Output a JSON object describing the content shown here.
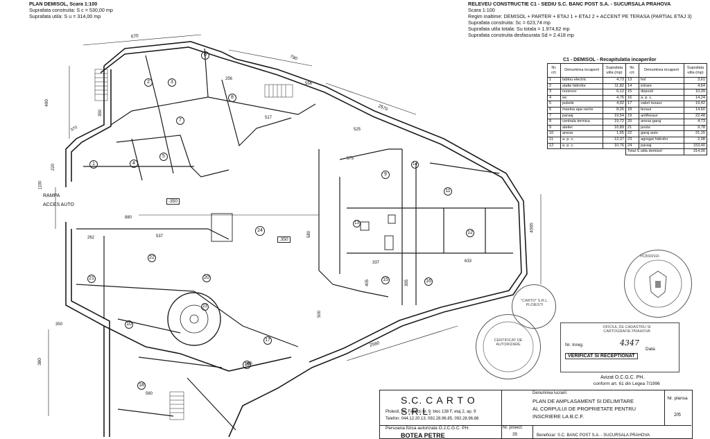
{
  "header_left": {
    "title": "PLAN DEMISOL, Scara 1:100",
    "built_area": "Suprafata construita: S c = 530,00 mp",
    "useful_area": "Suprafata utila: S u = 314,00 mp"
  },
  "header_right": {
    "title": "RELEVEU CONSTRUCTIE C1 - SEDIU S.C. BANC POST S.A. - SUCURSALA PRAHOVA",
    "scale": "Scara 1:100",
    "height_regime": "Regim inaltime: DEMISOL + PARTER + ETAJ 1 + ETAJ 2 + ACCENT PE TERASA (PARTIAL ETAJ 3)",
    "built_area": "Suprafata construita: Sc = 623,74 mp",
    "total_useful": "Suprafata utila totala: Su totala = 1.974,62 mp",
    "developed_area": "Suprafata construita desfasurata Sd = 2.418 mp"
  },
  "room_table": {
    "title": "C1 - DEMISOL - Recapitulatia incaperilor",
    "headers": {
      "nr": "Nr. crt.",
      "name": "Denumirea incaperii",
      "area": "Suprafata utila (mp)"
    },
    "rows": [
      {
        "n1": "1",
        "d1": "tablou electric",
        "s1": "4,73",
        "n2": "13",
        "d2": "hol",
        "s2": "3,61"
      },
      {
        "n1": "2",
        "d1": "statie hidrofor",
        "s1": "11,82",
        "n2": "14",
        "d2": "intrare",
        "s2": "4,64"
      },
      {
        "n1": "3",
        "d1": "rezervor",
        "s1": "6,12",
        "n2": "15",
        "d2": "depozit",
        "s2": "10,39"
      },
      {
        "n1": "4",
        "d1": "wc",
        "s1": "4,76",
        "n2": "16",
        "d2": "a. p. c.",
        "s2": "14,24"
      },
      {
        "n1": "5",
        "d1": "pubele",
        "s1": "4,02",
        "n2": "17",
        "d2": "valori tezaur",
        "s2": "19,42"
      },
      {
        "n1": "6",
        "d1": "masina apa racire",
        "s1": "8,26",
        "n2": "18",
        "d2": "tezaur",
        "s2": "14,60"
      },
      {
        "n1": "7",
        "d1": "paraaj",
        "s1": "19,54",
        "n2": "19",
        "d2": "antifezaur",
        "s2": "22,48"
      },
      {
        "n1": "8",
        "d1": "centrala termica",
        "s1": "19,72",
        "n2": "20",
        "d2": "anexa garaj",
        "s2": "4,73"
      },
      {
        "n1": "9",
        "d1": "atelier",
        "s1": "10,89",
        "n2": "21",
        "d2": "posta",
        "s2": "9,78"
      },
      {
        "n1": "10",
        "d1": "anexa",
        "s1": "1,65",
        "n2": "22",
        "d2": "garaj auto",
        "s2": "21,15"
      },
      {
        "n1": "11",
        "d1": "a. p. c.",
        "s1": "12,37",
        "n2": "23",
        "d2": "agregat hidrofor",
        "s2": "2,08"
      },
      {
        "n1": "12",
        "d1": "a. p. c.",
        "s1": "10,76",
        "n2": "24",
        "d2": "paraaj",
        "s2": "153,40"
      }
    ],
    "total_label": "Total S utila demisol",
    "total_value": "314,00"
  },
  "plan_labels": {
    "rampa": "RAMPA",
    "acces_auto": "ACCES AUTO",
    "level_350": "-350",
    "level_350b": ".350"
  },
  "rooms": [
    "1",
    "2",
    "3",
    "4",
    "5",
    "6",
    "7",
    "8",
    "9",
    "10",
    "11",
    "12",
    "13",
    "14",
    "15",
    "16",
    "17",
    "18",
    "19",
    "20",
    "21",
    "22",
    "23",
    "24"
  ],
  "dimensions": {
    "d670": "670",
    "d790": "790",
    "d556": "556",
    "d400": "400",
    "d370": "370",
    "d350": "350",
    "d256": "256",
    "d517": "517",
    "d525": "525",
    "d2570": "2570",
    "d575": "575",
    "d580": "580",
    "d880": "880",
    "d537": "537",
    "d262": "262",
    "d350b": "350",
    "d633": "633",
    "d337": "337",
    "d405": "405",
    "d395": "395",
    "d2580": "2580",
    "d4065": "4065",
    "d500": "500",
    "d355": "355",
    "d380": "380",
    "d560": "560",
    "d220": "220",
    "d1100": "1100"
  },
  "stamps": {
    "carto": "\"CARTO\" S.R.L. PLOIESTI",
    "certificat": "CERTIFICAT DE AUTORIZARE",
    "oficiul": "OFICIUL DE CADASTRU SI CARTOGRAFIE PRAHOVA",
    "romania": "ROMANIA",
    "nr_inreg_label": "Nr. Inreg.",
    "nr_inreg_value": "4347",
    "data_label": "Data",
    "verificat": "VERIFICAT SI RECEPTIONAT",
    "aviz": "Avizat O.C.G.C. PH.",
    "aviz_note": "conform art. 61 din Legea 7/1996"
  },
  "title_block": {
    "company": "S.C. C A R T O S.R.L.",
    "address": "Ploiesti, str. Fabricii nr. 9, bloc 138 F, etaj 2, ap. 9",
    "phone": "Telefon: 044.12.20.13, 092.28.96.85, 092.28.96.86",
    "work_label": "Denumirea lucrarii:",
    "work_line1": "PLAN DE AMPLASAMENT SI DELIMITARE",
    "work_line2": "AL CORPULUI DE PROPRIETATE PENTRU",
    "work_line3": "INSCRIERE LA B.C.F.",
    "nr_label": "Nr. plansa",
    "nr_value": "2/6",
    "person_label": "Persoana fizica autorizata O.J.C.G.C. PH.",
    "person_name": "BOTEA PETRE",
    "project_label": "Nr. proiect:",
    "project_value": "35",
    "footer": "Beneficiar: S.C. BANC POST S.A. - SUCURSALA PRAHOVA"
  },
  "colors": {
    "line": "#1a1a1a",
    "paper": "#ffffff",
    "stamp": "#555555"
  }
}
